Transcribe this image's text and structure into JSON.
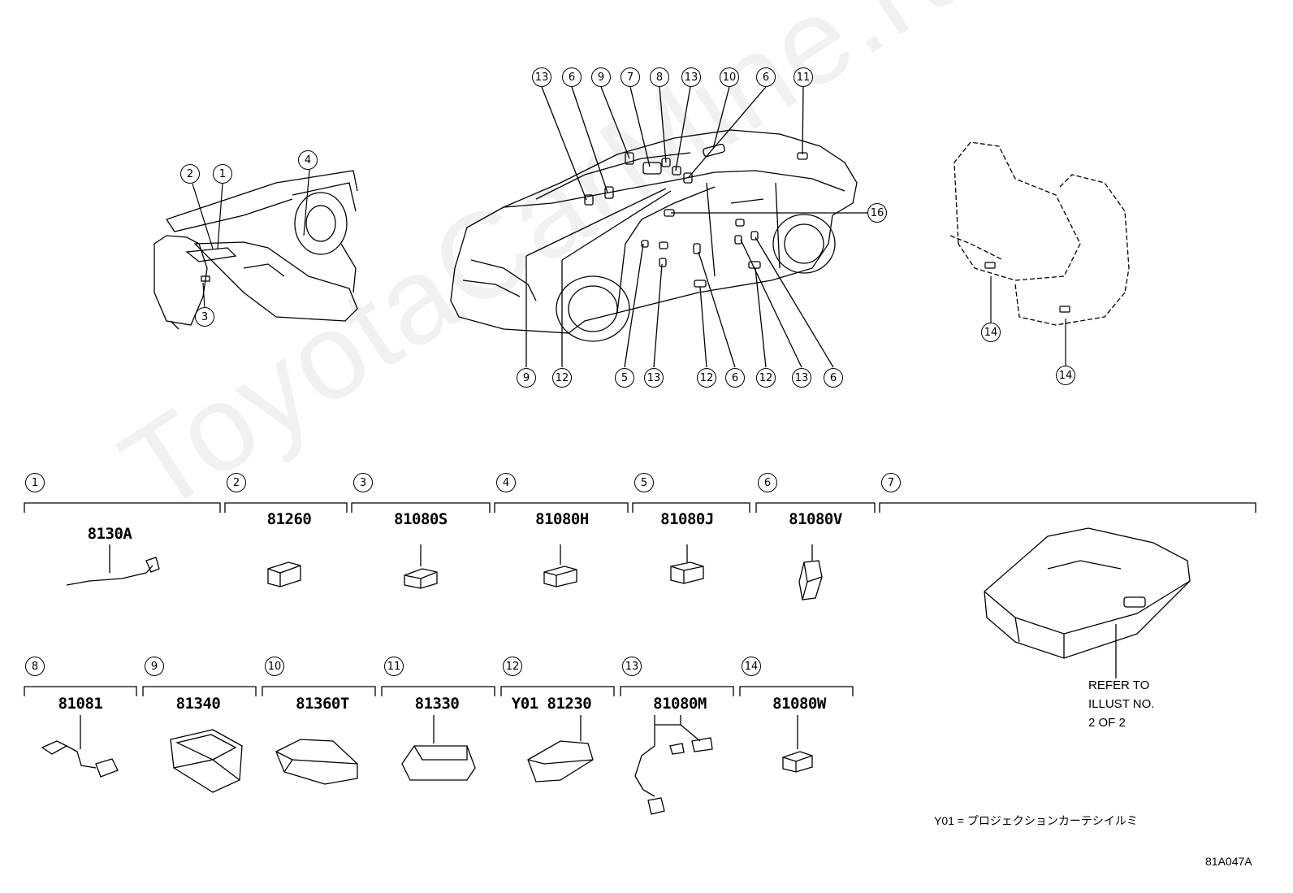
{
  "diagram_code": "81A047A",
  "watermark": "ToyotaCarMine.ru",
  "footnote": "Y01 = プロジェクションカーテシイルミ",
  "refer_note": [
    "REFER TO",
    "ILLUST NO.",
    "2 OF 2"
  ],
  "callouts": {
    "c1": "1",
    "c2": "2",
    "c3": "3",
    "c4": "4",
    "c5": "5",
    "c6": "6",
    "c7": "7",
    "c8": "8",
    "c9": "9",
    "c10": "10",
    "c11": "11",
    "c12": "12",
    "c13": "13",
    "c14": "14",
    "c16": "16"
  },
  "parts_row1": [
    {
      "num": "1",
      "part": "8130A"
    },
    {
      "num": "2",
      "part": "81260"
    },
    {
      "num": "3",
      "part": "81080S"
    },
    {
      "num": "4",
      "part": "81080H"
    },
    {
      "num": "5",
      "part": "81080J"
    },
    {
      "num": "6",
      "part": "81080V"
    },
    {
      "num": "7",
      "part": ""
    }
  ],
  "parts_row2": [
    {
      "num": "8",
      "part": "81081"
    },
    {
      "num": "9",
      "part": "81340"
    },
    {
      "num": "10",
      "part": "81360T"
    },
    {
      "num": "11",
      "part": "81330"
    },
    {
      "num": "12",
      "part": "Y01 81230"
    },
    {
      "num": "13",
      "part": "81080M"
    },
    {
      "num": "14",
      "part": "81080W"
    }
  ],
  "colors": {
    "line": "#000000",
    "background": "#ffffff",
    "watermark": "#d8d8d8"
  }
}
